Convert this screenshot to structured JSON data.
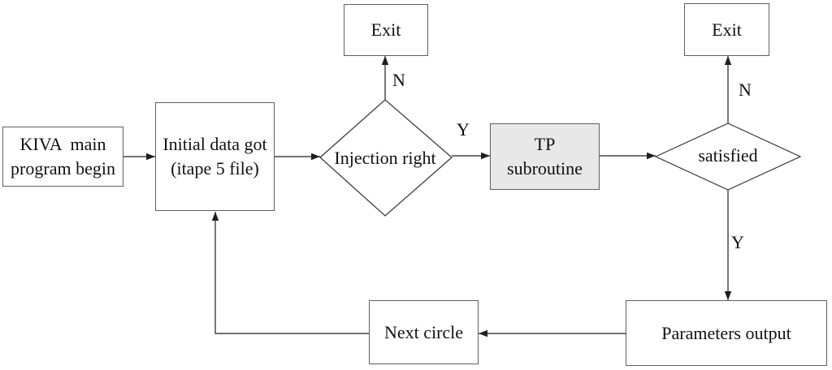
{
  "nodes": {
    "kiva": {
      "label": "KIVA  main\nprogram begin"
    },
    "initial_data": {
      "label": "Initial data got\n(itape 5 file)"
    },
    "exit_left": {
      "label": "Exit"
    },
    "injection": {
      "label": "Injection right"
    },
    "tp": {
      "label": "TP\nsubroutine"
    },
    "satisfied": {
      "label": "satisfied"
    },
    "exit_right": {
      "label": "Exit"
    },
    "parameters": {
      "label": "Parameters output"
    },
    "next_circle": {
      "label": "Next circle"
    }
  },
  "edge_labels": {
    "injection_no": "N",
    "injection_yes": "Y",
    "satisfied_no": "N",
    "satisfied_yes": "Y"
  },
  "colors": {
    "background": "#ffffff",
    "box_border": "#5f5f5f",
    "connector": "#1f1f1f",
    "tp_fill": "#e8e8e8",
    "text": "#111111"
  }
}
